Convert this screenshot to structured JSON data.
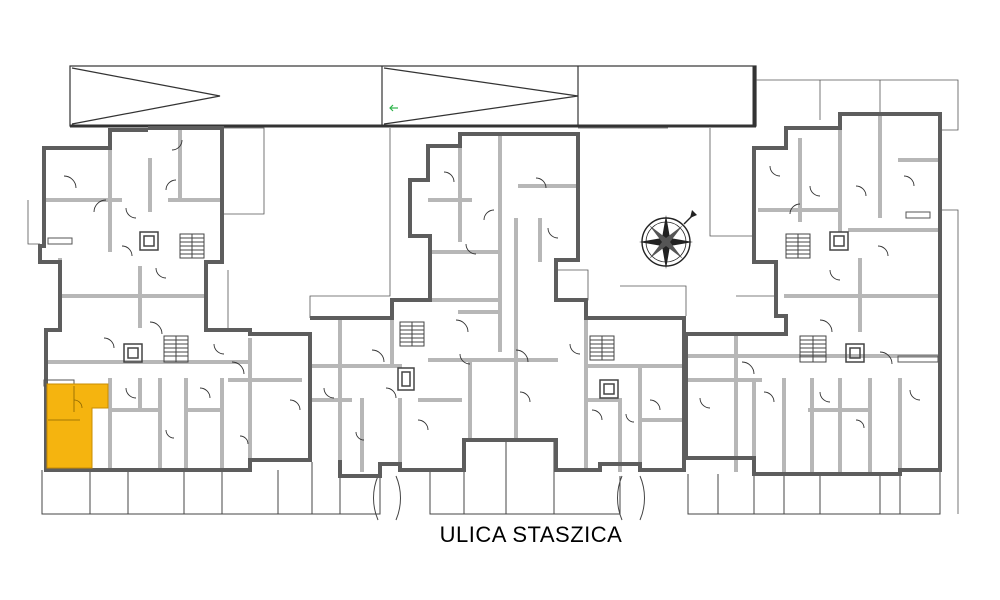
{
  "street_label": "ULICA STASZICA",
  "colors": {
    "outer_wall": "#5d5d5d",
    "inner_wall": "#b7b7b7",
    "thin_line": "#4a4a4a",
    "highlight_apartment": "#f5b40f",
    "background": "#ffffff"
  },
  "highlight": {
    "unit_shape": "L-shaped apartment, west wing ground floor",
    "state": "selected"
  },
  "icons": [
    "compass-rose-icon",
    "green-arrow-marker-icon"
  ]
}
